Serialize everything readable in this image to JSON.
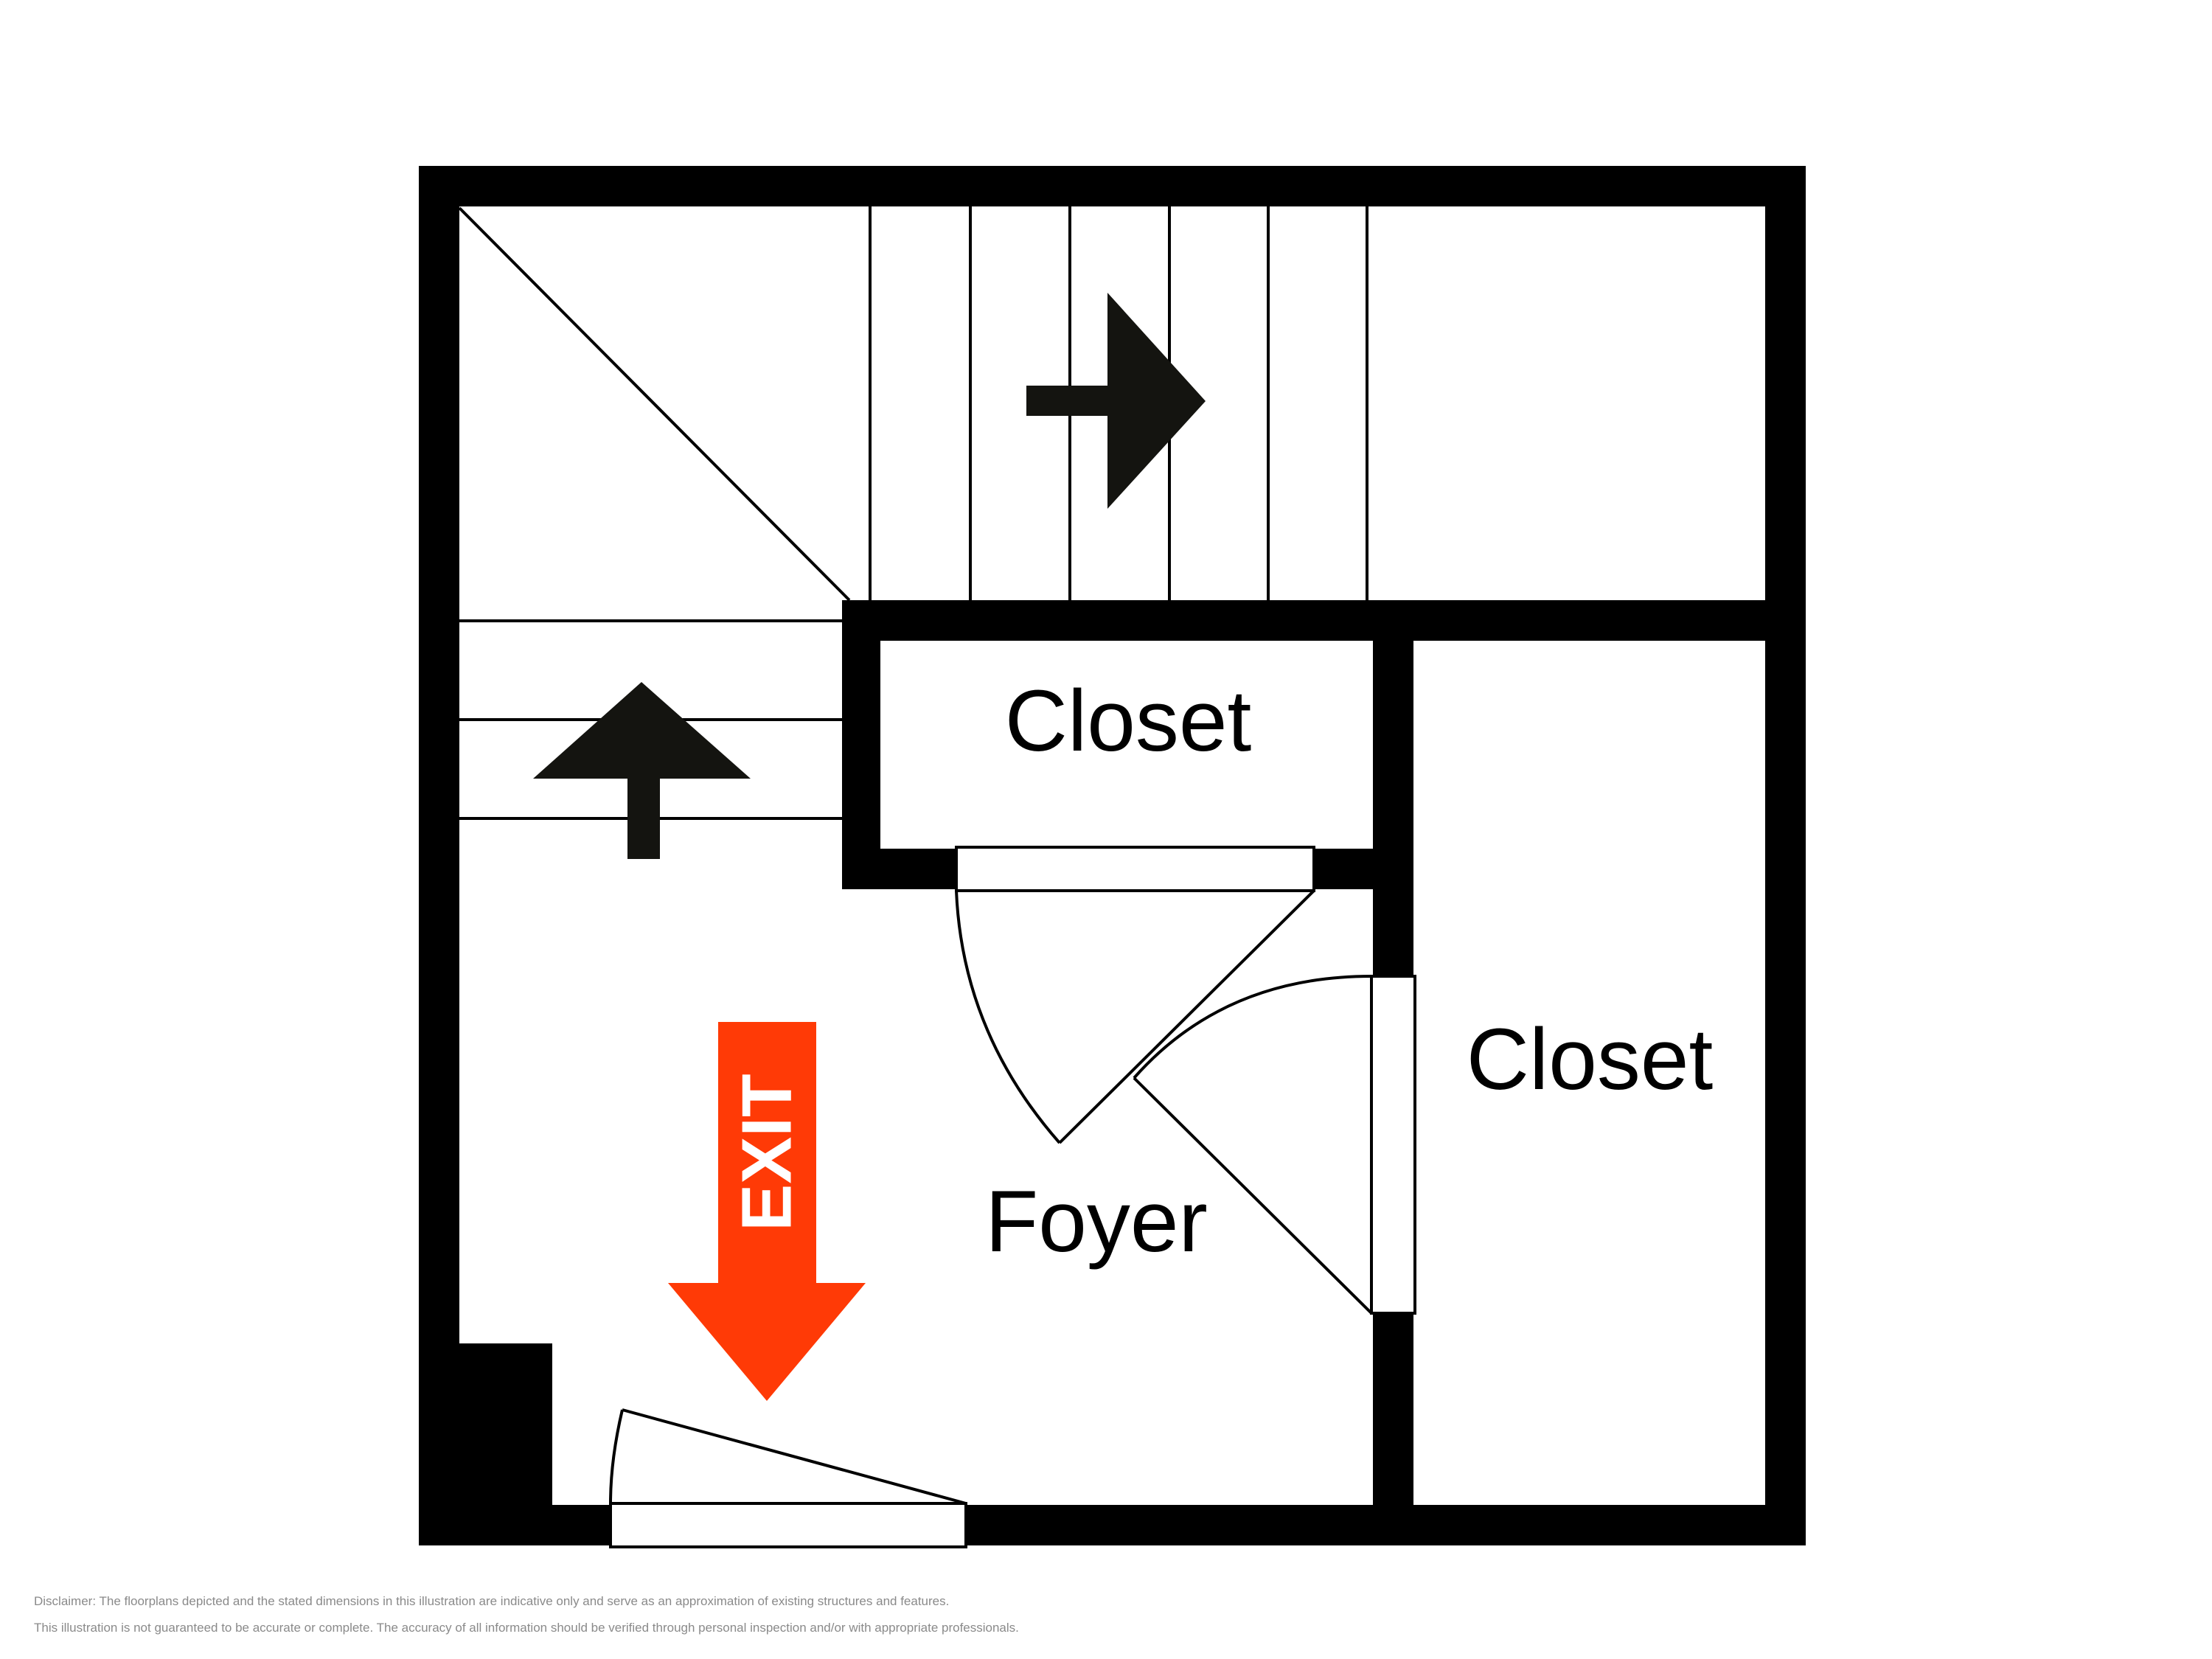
{
  "rooms": {
    "closet_upper": "Closet",
    "closet_right": "Closet",
    "foyer": "Foyer"
  },
  "exit_sign": {
    "label": "EXIT",
    "color": "#ff3a06"
  },
  "colors": {
    "wall": "#000000",
    "arrow": "#141410"
  },
  "icons": {
    "stair_arrow_right": "arrow-right-icon",
    "stair_arrow_up": "arrow-up-icon"
  },
  "disclaimer": {
    "line1": "Disclaimer: The floorplans depicted and the stated dimensions in this illustration are indicative only and serve as an approximation of existing structures and features.",
    "line2": "This illustration is not guaranteed to be accurate or complete. The accuracy of all information should be verified through personal inspection and/or with appropriate professionals."
  }
}
